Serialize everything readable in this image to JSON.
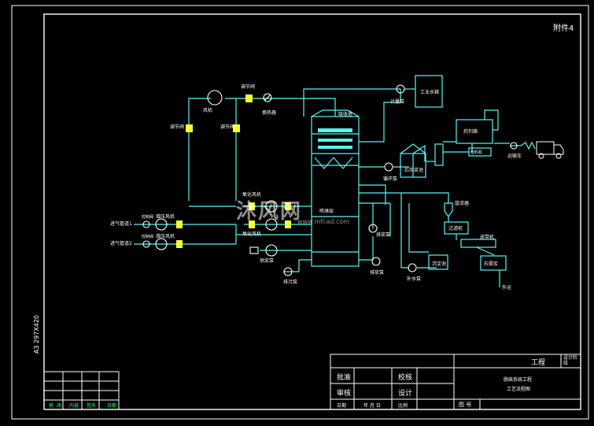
{
  "drawing": {
    "sheet_no": "附件4",
    "paper_size": "A3 297X420",
    "watermark": {
      "brand": "沐风网",
      "url": "www.mfcad.com"
    }
  },
  "labels": {
    "fan": "风机",
    "damper_top": "调节阀",
    "damper_left": "调节阀",
    "damper_mid": "调节阀",
    "heat_exchanger": "换热器",
    "pump_tank": "计量泵",
    "tank_top": "工业水箱",
    "tank_mid": "石灰浆池",
    "tank_right": "药剂箱",
    "feeder": "给料机",
    "truck": "运输车",
    "pump_mid": "循环泵",
    "sprinkler": "喷淋层",
    "pump_r1": "排浆泵",
    "pump_r2": "排浆泵",
    "pump_r3": "补水泵",
    "cyclone": "旋流器",
    "filter": "过滤机",
    "conveyor": "皮带机",
    "gypsum": "石膏库",
    "out": "外运",
    "settle": "沉淀池",
    "gas_in_1": "进气管道1",
    "gas_in_2": "进气管道2",
    "fan_1": "增压风机",
    "fan_2": "增压风机",
    "ctrl_1": "控制阀",
    "ctrl_2": "控制阀",
    "pump_b1": "氧化风机",
    "pump_b2": "氧化风机",
    "pump_b3": "供浆泵",
    "drain": "排污泵",
    "tower": "吸收塔"
  },
  "title_block": {
    "project_label": "工程",
    "stage_label": "设计阶段",
    "row1_l": "批准",
    "row1_m": "校核",
    "row2_l": "审核",
    "row2_m": "设计",
    "row3": [
      "日期",
      "年 月 日",
      "比例"
    ],
    "drawing_name_1": "脱硫系统工程",
    "drawing_name_2": "工艺流程图",
    "drawing_no_label": "图 号"
  },
  "revision_table": {
    "headers": [
      "修",
      "改",
      "内容",
      "签名",
      "日期"
    ]
  }
}
